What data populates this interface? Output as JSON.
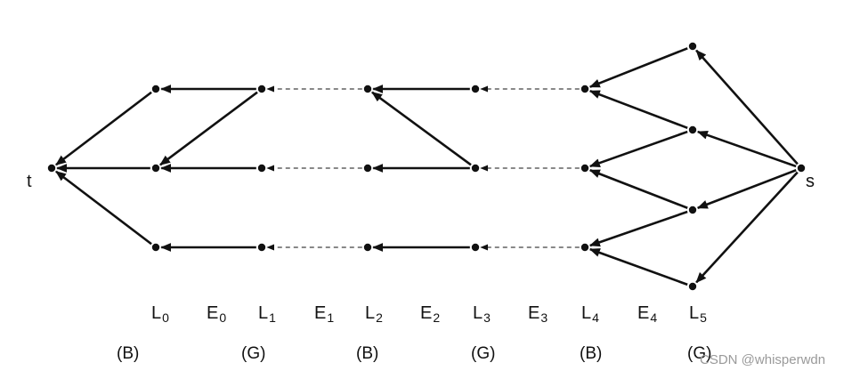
{
  "source_label": "s",
  "sink_label": "t",
  "layers": [
    {
      "letter": "L",
      "sub": "0"
    },
    {
      "letter": "E",
      "sub": "0"
    },
    {
      "letter": "L",
      "sub": "1"
    },
    {
      "letter": "E",
      "sub": "1"
    },
    {
      "letter": "L",
      "sub": "2"
    },
    {
      "letter": "E",
      "sub": "2"
    },
    {
      "letter": "L",
      "sub": "3"
    },
    {
      "letter": "E",
      "sub": "3"
    },
    {
      "letter": "L",
      "sub": "4"
    },
    {
      "letter": "E",
      "sub": "4"
    },
    {
      "letter": "L",
      "sub": "5"
    }
  ],
  "layer_colors": [
    "(B)",
    "(G)",
    "(B)",
    "(G)",
    "(B)",
    "(G)"
  ],
  "watermark": "CSDN @whisperwdn",
  "edge_style": {
    "color": "#111111",
    "solid": "solid arrow",
    "dashed": "dashed arrow"
  }
}
